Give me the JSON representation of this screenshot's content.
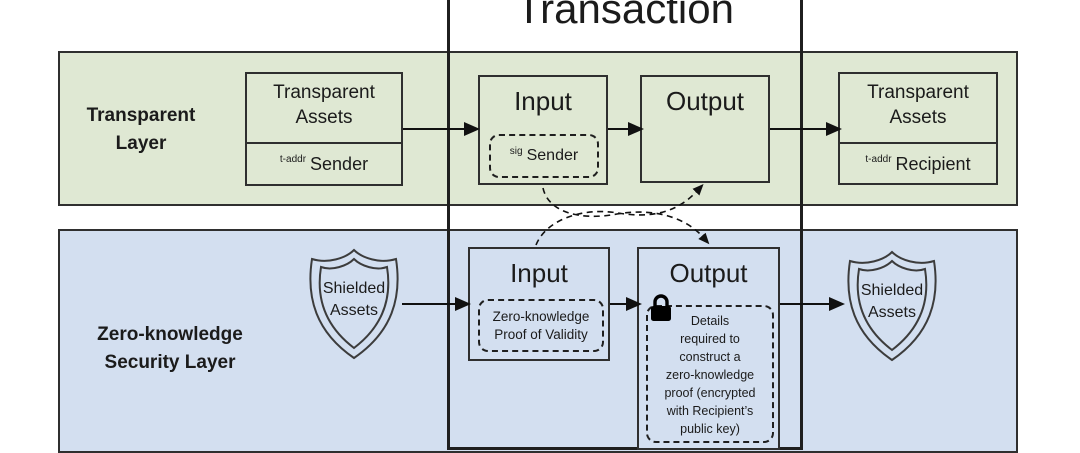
{
  "title": "Transaction",
  "colors": {
    "transparent_layer_fill": "#dfe8d3",
    "shielded_layer_fill": "#d3dff0",
    "line": "#2f2f2f",
    "text": "#1b1b1b"
  },
  "transparent_layer": {
    "label": "Transparent\nLayer",
    "source_assets": {
      "title": "Transparent\nAssets",
      "addr_type": "t-addr",
      "addr_holder": "Sender"
    },
    "input": {
      "title": "Input",
      "sig_label": "sig",
      "sig_holder": "Sender"
    },
    "output": {
      "title": "Output"
    },
    "destination_assets": {
      "title": "Transparent\nAssets",
      "addr_type": "t-addr",
      "addr_holder": "Recipient"
    }
  },
  "shielded_layer": {
    "label": "Zero-knowledge\nSecurity Layer",
    "source_shield": "Shielded\nAssets",
    "input": {
      "title": "Input",
      "note": "Zero-knowledge\nProof of Validity"
    },
    "output": {
      "title": "Output",
      "note": "Details\nrequired to\nconstruct a\nzero-knowledge\nproof (encrypted\nwith Recipient’s\npublic key)"
    },
    "destination_shield": "Shielded\nAssets"
  },
  "icons": {
    "lock": "lock-icon",
    "shield_source_transparent_equivalent": "shield-icon"
  }
}
